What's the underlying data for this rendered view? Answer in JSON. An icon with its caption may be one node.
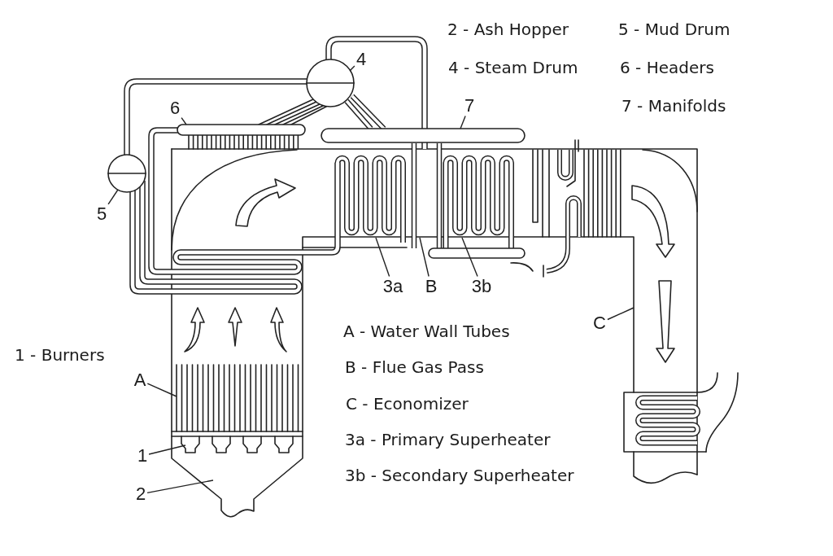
{
  "diagram": {
    "nodes": [
      {
        "text": [
          "4"
        ]
      },
      {
        "text": [
          "6"
        ]
      },
      {
        "text": [
          "7"
        ]
      },
      {
        "text": [
          "5"
        ]
      },
      {
        "text": [
          "3a"
        ]
      },
      {
        "text": [
          "B"
        ]
      },
      {
        "text": [
          "3b"
        ]
      },
      {
        "text": [
          "C"
        ]
      },
      {
        "text": [
          "A"
        ]
      },
      {
        "text": [
          "1"
        ]
      },
      {
        "text": [
          "2"
        ]
      }
    ],
    "edges": [
      {
        "from": 0,
        "to": null,
        "arrow": "none"
      },
      {
        "from": 1,
        "to": null,
        "arrow": "none"
      },
      {
        "from": 2,
        "to": null,
        "arrow": "none"
      },
      {
        "from": 3,
        "to": null,
        "arrow": "none"
      },
      {
        "from": 4,
        "to": null,
        "arrow": "none"
      },
      {
        "from": 5,
        "to": null,
        "arrow": "none"
      },
      {
        "from": 6,
        "to": null,
        "arrow": "none"
      },
      {
        "from": 7,
        "to": null,
        "arrow": "none"
      },
      {
        "from": 8,
        "to": null,
        "arrow": "none"
      },
      {
        "from": 9,
        "to": null,
        "arrow": "none"
      },
      {
        "from": 10,
        "to": null,
        "arrow": "none"
      }
    ],
    "labels": [
      "2 - Ash Hopper",
      "5 - Mud Drum",
      "4 - Steam Drum",
      "6 - Headers",
      "7 - Manifolds",
      "A - Water Wall Tubes",
      "1 - Burners",
      "B - Flue Gas Pass",
      "C - Economizer",
      "3a - Primary Superheater",
      "3b - Secondary Superheater"
    ]
  }
}
